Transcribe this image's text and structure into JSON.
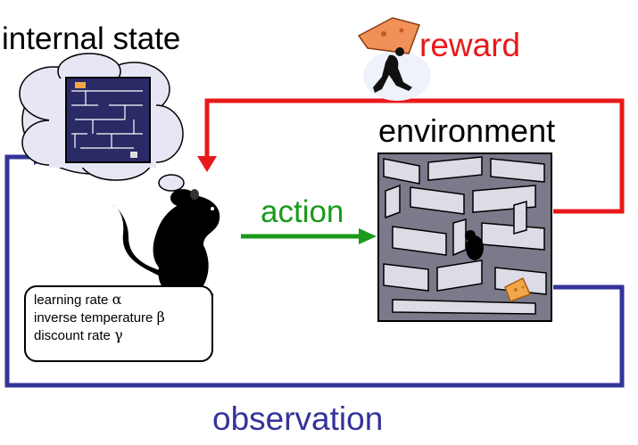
{
  "labels": {
    "internal_state": "internal state",
    "reward": "reward",
    "environment": "environment",
    "action": "action",
    "observation": "observation"
  },
  "parameters": [
    {
      "text": "learning rate",
      "symbol": "α"
    },
    {
      "text": "inverse temperature",
      "symbol": "β"
    },
    {
      "text": "discount rate",
      "symbol": "γ"
    }
  ],
  "colors": {
    "reward": "#e8191b",
    "action": "#1a9a1a",
    "observation": "#333399",
    "cloud_fill": "#e6e6f5",
    "maze_wall": "#dddde8",
    "cheese": "#f2a64a"
  },
  "icons": [
    "thought-cloud-icon",
    "grid-maze-icon",
    "rat-icon",
    "maze-icon",
    "cheese-icon",
    "running-man-with-cheese-icon"
  ]
}
